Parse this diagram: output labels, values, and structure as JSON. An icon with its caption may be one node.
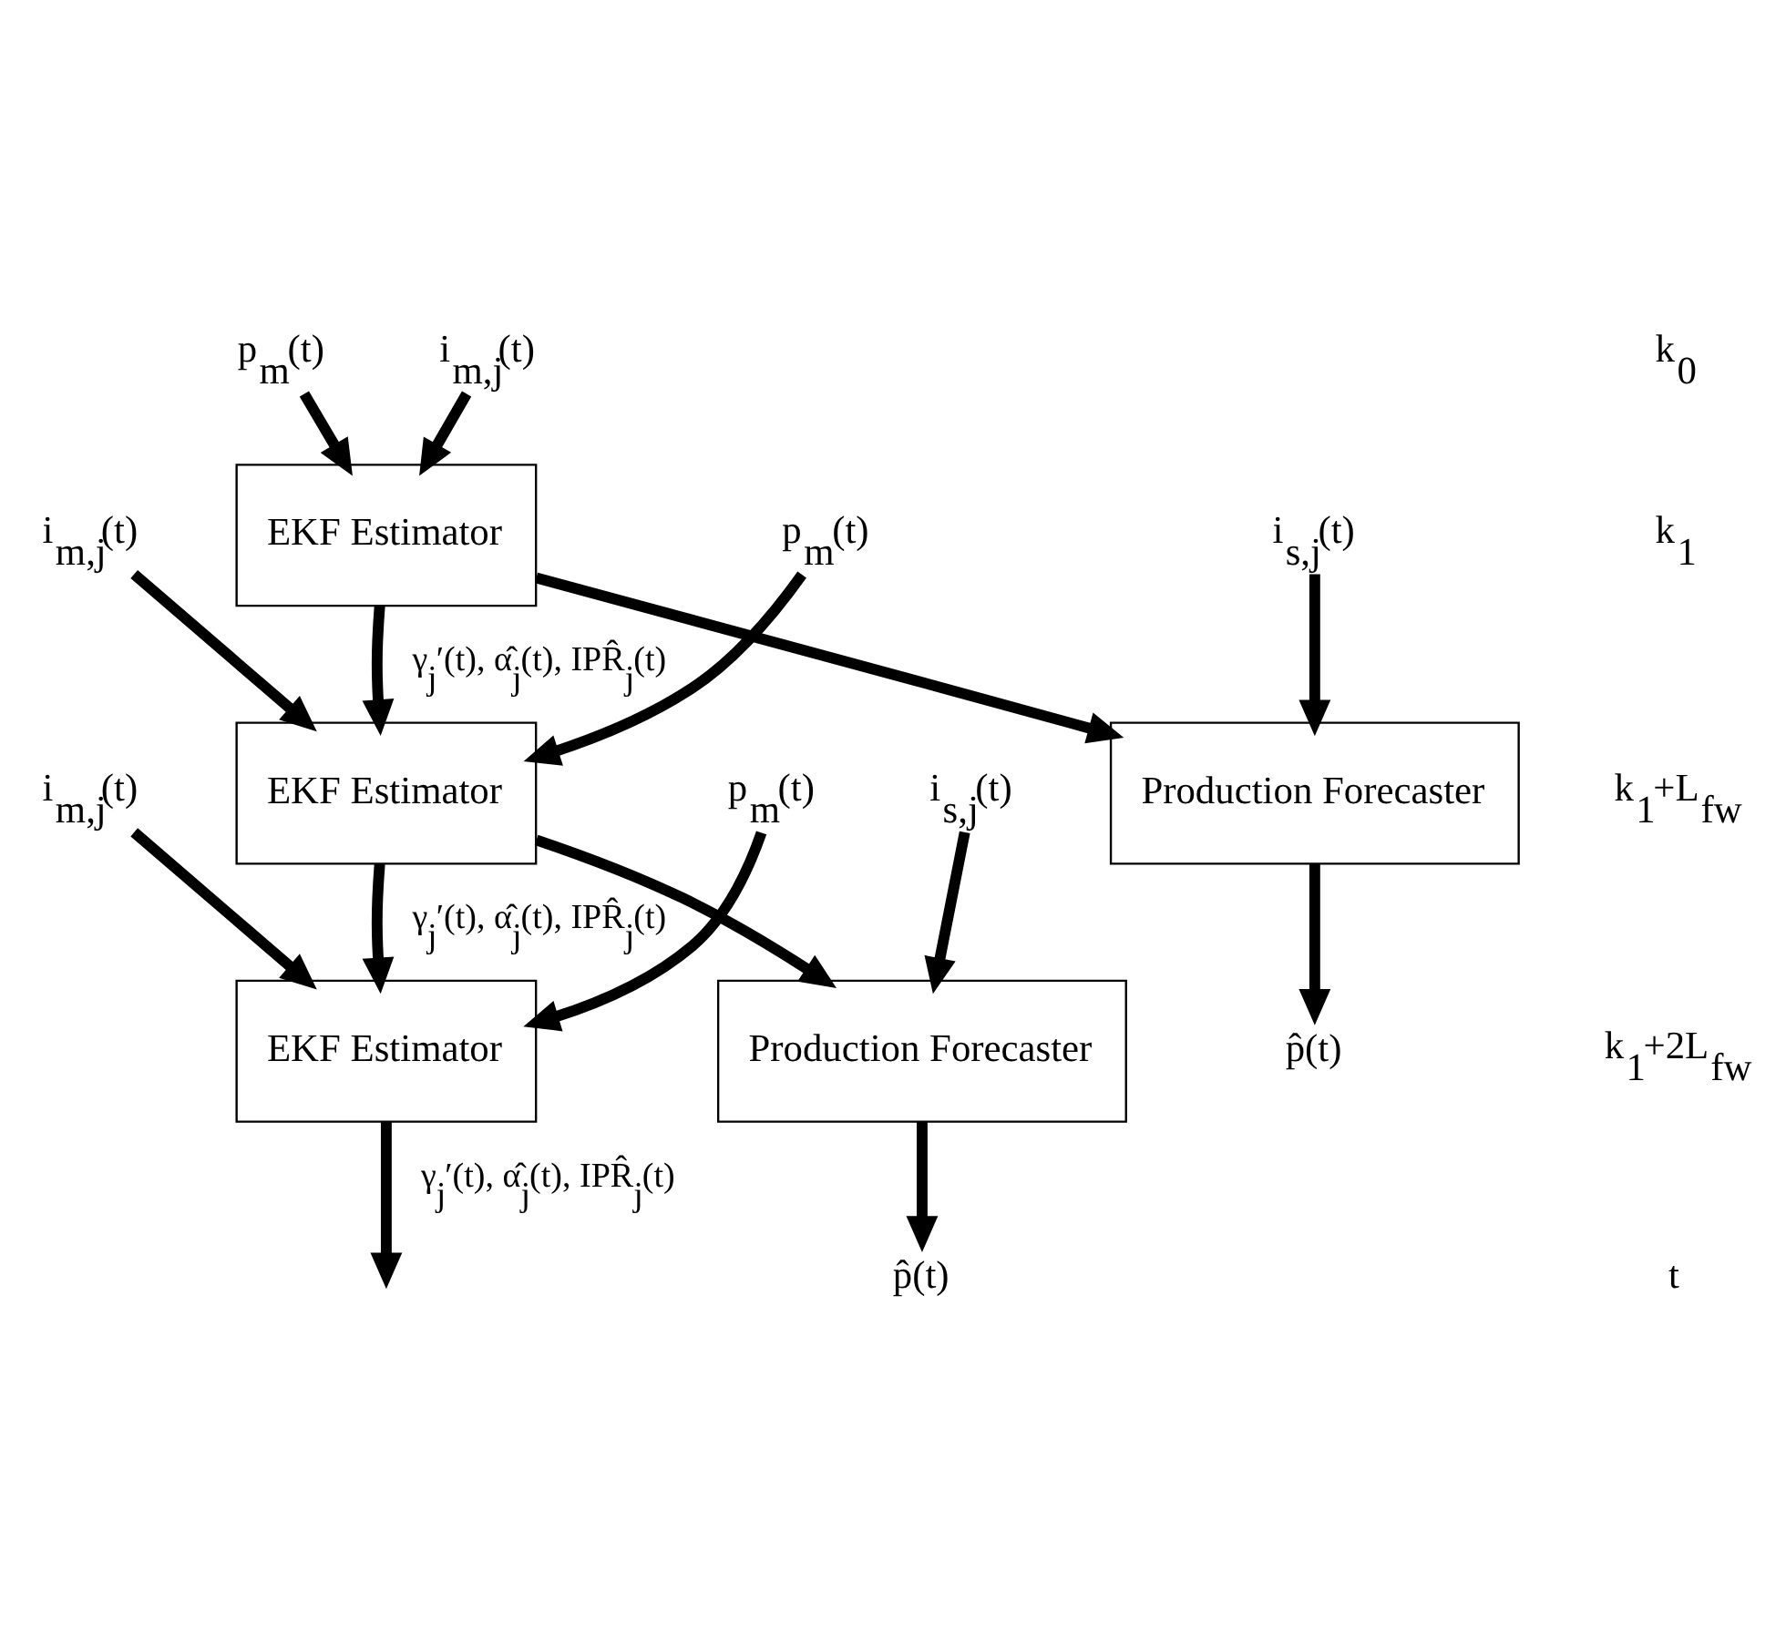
{
  "diagram": {
    "nodes": [
      {
        "text": [
          "p$_{m}$(t)"
        ]
      },
      {
        "text": [
          "i$_{m,j}$(t)"
        ]
      },
      {
        "text": [
          "EKF Estimator"
        ]
      },
      {
        "text": [
          "p$_{m}$(t)"
        ]
      },
      {
        "text": [
          "i$_{m,j}$(t)"
        ]
      },
      {
        "text": [
          "EKF Estimator"
        ]
      },
      {
        "text": [
          "i$_{s,j}$(t)"
        ]
      },
      {
        "text": [
          "Production Forecaster"
        ]
      },
      {
        "text": [
          "p̂(t)"
        ]
      },
      {
        "text": [
          "p$_{m}$(t)"
        ]
      },
      {
        "text": [
          "i$_{m,j}$(t)"
        ]
      },
      {
        "text": [
          "EKF Estimator"
        ]
      },
      {
        "text": [
          "i$_{s,j}$(t)"
        ]
      },
      {
        "text": [
          "Production Forecaster"
        ]
      },
      {
        "text": [
          "p̂(t)"
        ]
      }
    ],
    "edges": [
      {
        "from": 0,
        "to": 2,
        "arrow": "to"
      },
      {
        "from": 1,
        "to": 2,
        "arrow": "to"
      },
      {
        "from": 2,
        "to": 5,
        "arrow": "to",
        "label": "γ$_{j}$′(t), α̂$_{j}$(t), IPR̂$_{j}$(t)"
      },
      {
        "from": 2,
        "to": 7,
        "arrow": "to"
      },
      {
        "from": 3,
        "to": 5,
        "arrow": "to"
      },
      {
        "from": 4,
        "to": 5,
        "arrow": "to"
      },
      {
        "from": 6,
        "to": 7,
        "arrow": "to"
      },
      {
        "from": 7,
        "to": 8,
        "arrow": "to"
      },
      {
        "from": 5,
        "to": 11,
        "arrow": "to",
        "label": "γ$_{j}$′(t), α̂$_{j}$(t), IPR̂$_{j}$(t)"
      },
      {
        "from": 5,
        "to": 13,
        "arrow": "to"
      },
      {
        "from": 9,
        "to": 11,
        "arrow": "to"
      },
      {
        "from": 10,
        "to": 11,
        "arrow": "to"
      },
      {
        "from": 12,
        "to": 13,
        "arrow": "to"
      },
      {
        "from": 13,
        "to": 14,
        "arrow": "to"
      },
      {
        "from": 11,
        "to": null,
        "arrow": "to",
        "label": "γ$_{j}$′(t), α̂$_{j}$(t), IPR̂$_{j}$(t)"
      }
    ],
    "labels": [
      "k$_{0}$",
      "k$_{1}$",
      "k$_{1}$+L$_{fw}$",
      "k$_{1}$+2L$_{fw}$",
      "t"
    ]
  }
}
